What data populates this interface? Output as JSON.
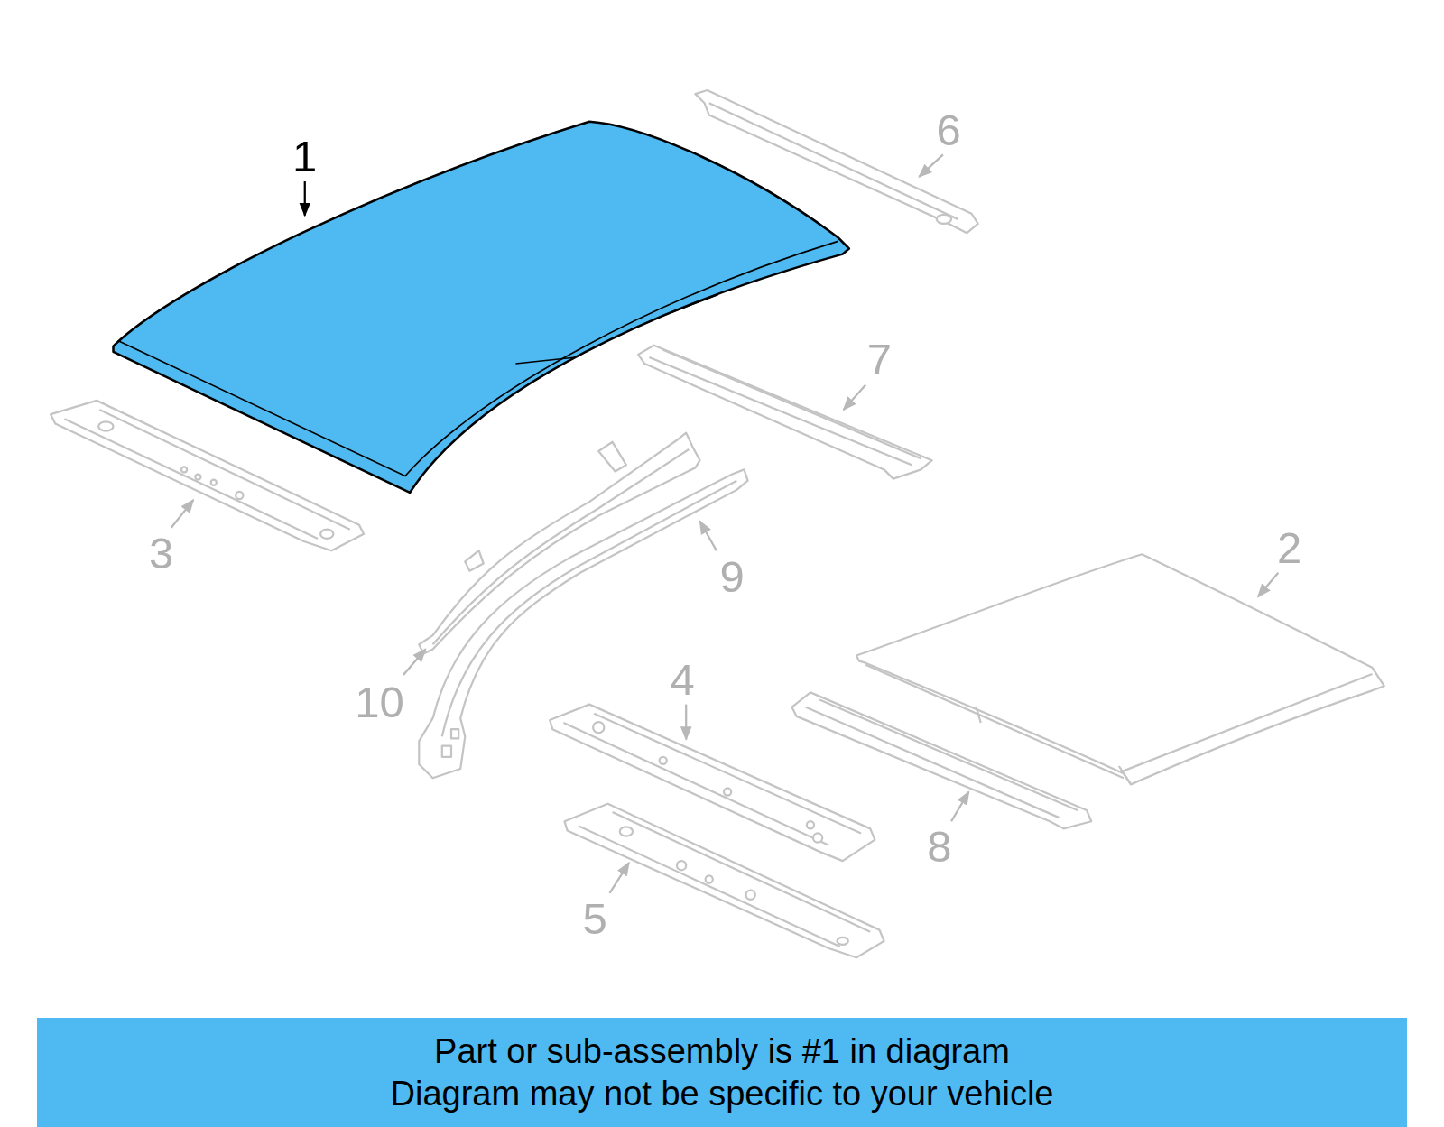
{
  "diagram": {
    "nodes": [
      {
        "text": [
          "Part or sub-assembly is #1 in diagram",
          "Diagram may not be specific to your vehicle"
        ]
      }
    ],
    "edges": [],
    "labels": [
      "1",
      "6",
      "7",
      "3",
      "2",
      "9",
      "10",
      "4",
      "8",
      "5"
    ]
  }
}
